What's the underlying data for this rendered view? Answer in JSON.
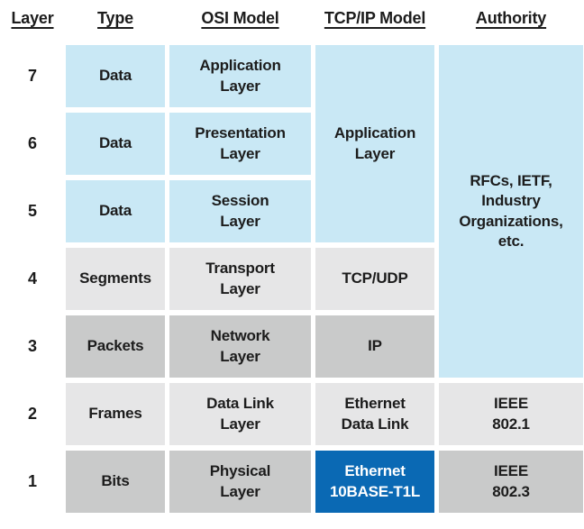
{
  "colors": {
    "light_blue": "#c9e8f5",
    "light_gray": "#e6e6e7",
    "medium_gray": "#c9caca",
    "accent_blue": "#0a69b4",
    "text": "#1c1c1c",
    "highlight_text": "#ffffff"
  },
  "grid": {
    "headers": [
      {
        "id": "layer",
        "label": "Layer"
      },
      {
        "id": "type",
        "label": "Type"
      },
      {
        "id": "osi",
        "label": "OSI Model"
      },
      {
        "id": "tcpip",
        "label": "TCP/IP Model"
      },
      {
        "id": "authority",
        "label": "Authority"
      }
    ],
    "rows": [
      {
        "layer": "7",
        "type": "Data",
        "osi": "Application\nLayer"
      },
      {
        "layer": "6",
        "type": "Data",
        "osi": "Presentation\nLayer"
      },
      {
        "layer": "5",
        "type": "Data",
        "osi": "Session\nLayer"
      },
      {
        "layer": "4",
        "type": "Segments",
        "osi": "Transport\nLayer",
        "tcpip": "TCP/UDP"
      },
      {
        "layer": "3",
        "type": "Packets",
        "osi": "Network\nLayer",
        "tcpip": "IP"
      },
      {
        "layer": "2",
        "type": "Frames",
        "osi": "Data Link\nLayer",
        "tcpip": "Ethernet\nData Link",
        "authority": "IEEE\n802.1"
      },
      {
        "layer": "1",
        "type": "Bits",
        "osi": "Physical\nLayer",
        "tcpip": "Ethernet\n10BASE-T1L",
        "authority": "IEEE\n802.3"
      }
    ],
    "merged": {
      "tcpip_application": "Application\nLayer",
      "authority_rfcs": "RFCs, IETF,\nIndustry\nOrganizations,\netc."
    }
  }
}
